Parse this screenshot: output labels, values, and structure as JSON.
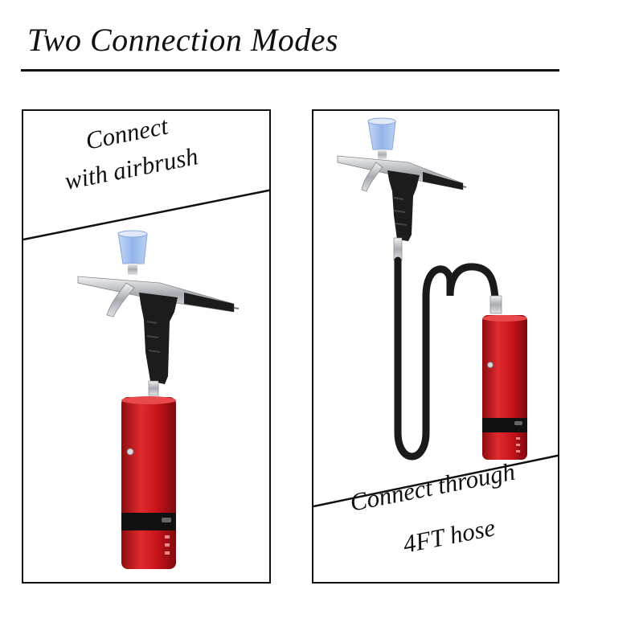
{
  "title": "Two Connection Modes",
  "panels": {
    "left": {
      "caption_line1": "Connect",
      "caption_line2": "with airbrush"
    },
    "right": {
      "caption_line1": "Connect through",
      "caption_line2": "4FT hose"
    }
  },
  "colors": {
    "compressor_red": "#c8141b",
    "cup_blue": "#a9c6f0",
    "handle_black": "#1c1c1c",
    "chrome": "#c9ccd0"
  },
  "icons": [
    "airbrush-icon",
    "compressor-icon",
    "hose-icon"
  ]
}
